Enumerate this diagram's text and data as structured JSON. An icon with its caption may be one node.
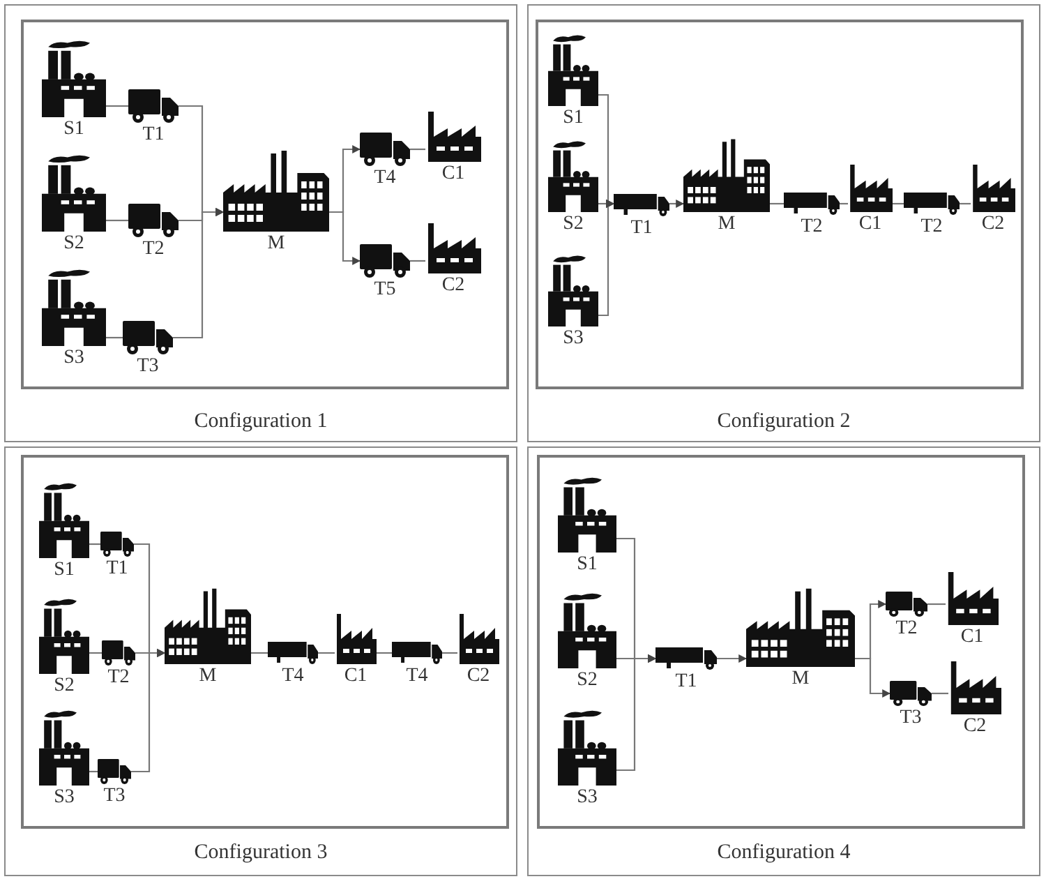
{
  "diagram": {
    "nodes": [
      {
        "text": [
          "Configuration 1"
        ]
      },
      {
        "text": [],
        "shape": "box",
        "in": 0
      },
      {
        "text": [
          "S1"
        ],
        "in": 1
      },
      {
        "text": [
          "T1"
        ],
        "in": 1
      },
      {
        "text": [
          "S2"
        ],
        "in": 1
      },
      {
        "text": [
          "T2"
        ],
        "in": 1
      },
      {
        "text": [
          "S3"
        ],
        "in": 1
      },
      {
        "text": [
          "T3"
        ],
        "in": 1
      },
      {
        "text": [
          "M"
        ],
        "in": 1
      },
      {
        "text": [
          "T4"
        ],
        "in": 1
      },
      {
        "text": [
          "C1"
        ],
        "in": 1
      },
      {
        "text": [
          "T5"
        ],
        "in": 1
      },
      {
        "text": [
          "C2"
        ],
        "in": 1
      },
      {
        "text": [
          "Configuration 2"
        ]
      },
      {
        "text": [],
        "shape": "box",
        "in": 13
      },
      {
        "text": [
          "S1"
        ],
        "in": 14
      },
      {
        "text": [
          "S2"
        ],
        "in": 14
      },
      {
        "text": [
          "S3"
        ],
        "in": 14
      },
      {
        "text": [
          "T1"
        ],
        "in": 14
      },
      {
        "text": [
          "M"
        ],
        "in": 14
      },
      {
        "text": [
          "T2"
        ],
        "in": 14
      },
      {
        "text": [
          "C1"
        ],
        "in": 14
      },
      {
        "text": [
          "T2"
        ],
        "in": 14
      },
      {
        "text": [
          "C2"
        ],
        "in": 14
      },
      {
        "text": [
          "Configuration 3"
        ]
      },
      {
        "text": [],
        "shape": "box",
        "in": 24
      },
      {
        "text": [
          "S1"
        ],
        "in": 25
      },
      {
        "text": [
          "T1"
        ],
        "in": 25
      },
      {
        "text": [
          "S2"
        ],
        "in": 25
      },
      {
        "text": [
          "T2"
        ],
        "in": 25
      },
      {
        "text": [
          "S3"
        ],
        "in": 25
      },
      {
        "text": [
          "T3"
        ],
        "in": 25
      },
      {
        "text": [
          "M"
        ],
        "in": 25
      },
      {
        "text": [
          "T4"
        ],
        "in": 25
      },
      {
        "text": [
          "C1"
        ],
        "in": 25
      },
      {
        "text": [
          "T4"
        ],
        "in": 25
      },
      {
        "text": [
          "C2"
        ],
        "in": 25
      },
      {
        "text": [
          "Configuration 4"
        ]
      },
      {
        "text": [],
        "shape": "box",
        "in": 37
      },
      {
        "text": [
          "S1"
        ],
        "in": 38
      },
      {
        "text": [
          "S2"
        ],
        "in": 38
      },
      {
        "text": [
          "S3"
        ],
        "in": 38
      },
      {
        "text": [
          "T1"
        ],
        "in": 38
      },
      {
        "text": [
          "M"
        ],
        "in": 38
      },
      {
        "text": [
          "T2"
        ],
        "in": 38
      },
      {
        "text": [
          "C1"
        ],
        "in": 38
      },
      {
        "text": [
          "T3"
        ],
        "in": 38
      },
      {
        "text": [
          "C2"
        ],
        "in": 38
      }
    ],
    "edges": [
      {
        "from": 2,
        "to": 3,
        "arrow": "none"
      },
      {
        "from": 4,
        "to": 5,
        "arrow": "none"
      },
      {
        "from": 6,
        "to": 7,
        "arrow": "none"
      },
      {
        "from": 3,
        "to": 8,
        "arrow": "to"
      },
      {
        "from": 5,
        "to": 8,
        "arrow": "to"
      },
      {
        "from": 7,
        "to": 8,
        "arrow": "to"
      },
      {
        "from": 8,
        "to": 9,
        "arrow": "to"
      },
      {
        "from": 8,
        "to": 11,
        "arrow": "to"
      },
      {
        "from": 9,
        "to": 10,
        "arrow": "none"
      },
      {
        "from": 11,
        "to": 12,
        "arrow": "none"
      },
      {
        "from": 15,
        "to": 18,
        "arrow": "to"
      },
      {
        "from": 16,
        "to": 18,
        "arrow": "to"
      },
      {
        "from": 17,
        "to": 18,
        "arrow": "to"
      },
      {
        "from": 18,
        "to": 19,
        "arrow": "to"
      },
      {
        "from": 19,
        "to": 20,
        "arrow": "none"
      },
      {
        "from": 20,
        "to": 21,
        "arrow": "none"
      },
      {
        "from": 21,
        "to": 22,
        "arrow": "none"
      },
      {
        "from": 22,
        "to": 23,
        "arrow": "none"
      },
      {
        "from": 26,
        "to": 27,
        "arrow": "none"
      },
      {
        "from": 28,
        "to": 29,
        "arrow": "none"
      },
      {
        "from": 30,
        "to": 31,
        "arrow": "none"
      },
      {
        "from": 27,
        "to": 32,
        "arrow": "to"
      },
      {
        "from": 29,
        "to": 32,
        "arrow": "to"
      },
      {
        "from": 31,
        "to": 32,
        "arrow": "to"
      },
      {
        "from": 32,
        "to": 33,
        "arrow": "none"
      },
      {
        "from": 33,
        "to": 34,
        "arrow": "none"
      },
      {
        "from": 34,
        "to": 35,
        "arrow": "none"
      },
      {
        "from": 35,
        "to": 36,
        "arrow": "none"
      },
      {
        "from": 39,
        "to": 42,
        "arrow": "to"
      },
      {
        "from": 40,
        "to": 42,
        "arrow": "to"
      },
      {
        "from": 41,
        "to": 42,
        "arrow": "to"
      },
      {
        "from": 42,
        "to": 43,
        "arrow": "to"
      },
      {
        "from": 43,
        "to": 44,
        "arrow": "to"
      },
      {
        "from": 43,
        "to": 46,
        "arrow": "to"
      },
      {
        "from": 44,
        "to": 45,
        "arrow": "none"
      },
      {
        "from": 46,
        "to": 47,
        "arrow": "none"
      }
    ]
  }
}
